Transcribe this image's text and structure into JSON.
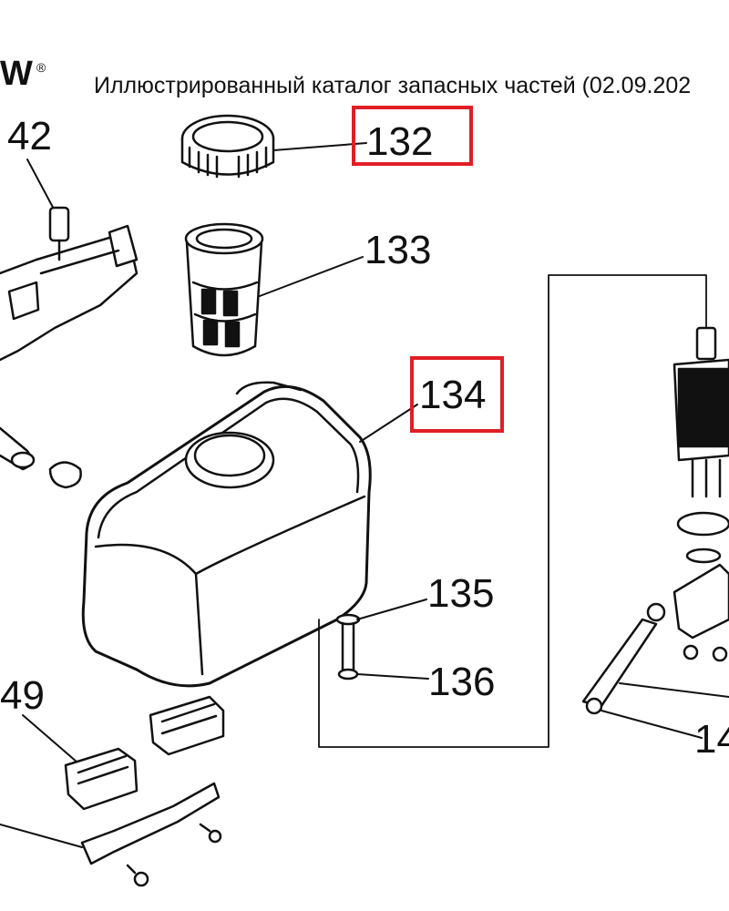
{
  "header": {
    "brand": "W",
    "registered": "®",
    "title": "Иллюстрированный каталог запасных частей (02.09.202"
  },
  "callouts": {
    "c132": "132",
    "c133": "133",
    "c134": "134",
    "c135": "135",
    "c136": "136",
    "c142": "42",
    "c149": "49",
    "c14x": "14"
  },
  "colors": {
    "highlight": "#e11e26",
    "ink": "#111111"
  }
}
